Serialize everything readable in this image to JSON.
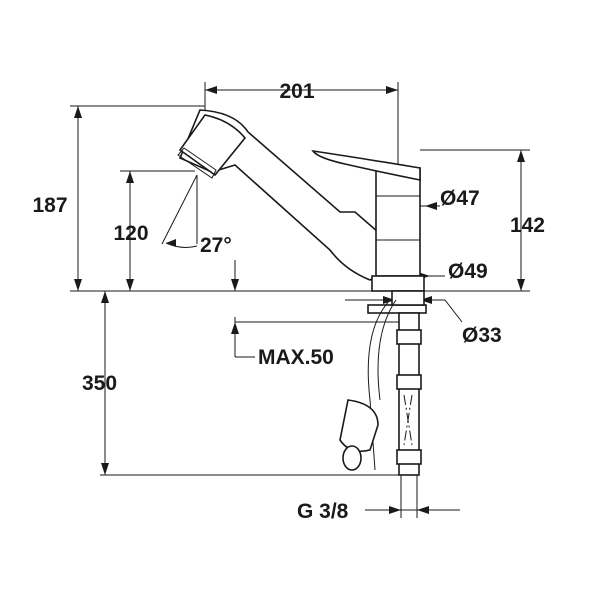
{
  "dimensions": {
    "width_top": "201",
    "height_total": "187",
    "height_spout": "120",
    "angle": "27°",
    "dia_lever": "Ø47",
    "dia_base": "Ø49",
    "height_body": "142",
    "dia_hole": "Ø33",
    "max_thickness": "MAX.50",
    "hose_length": "350",
    "thread": "G 3/8"
  }
}
